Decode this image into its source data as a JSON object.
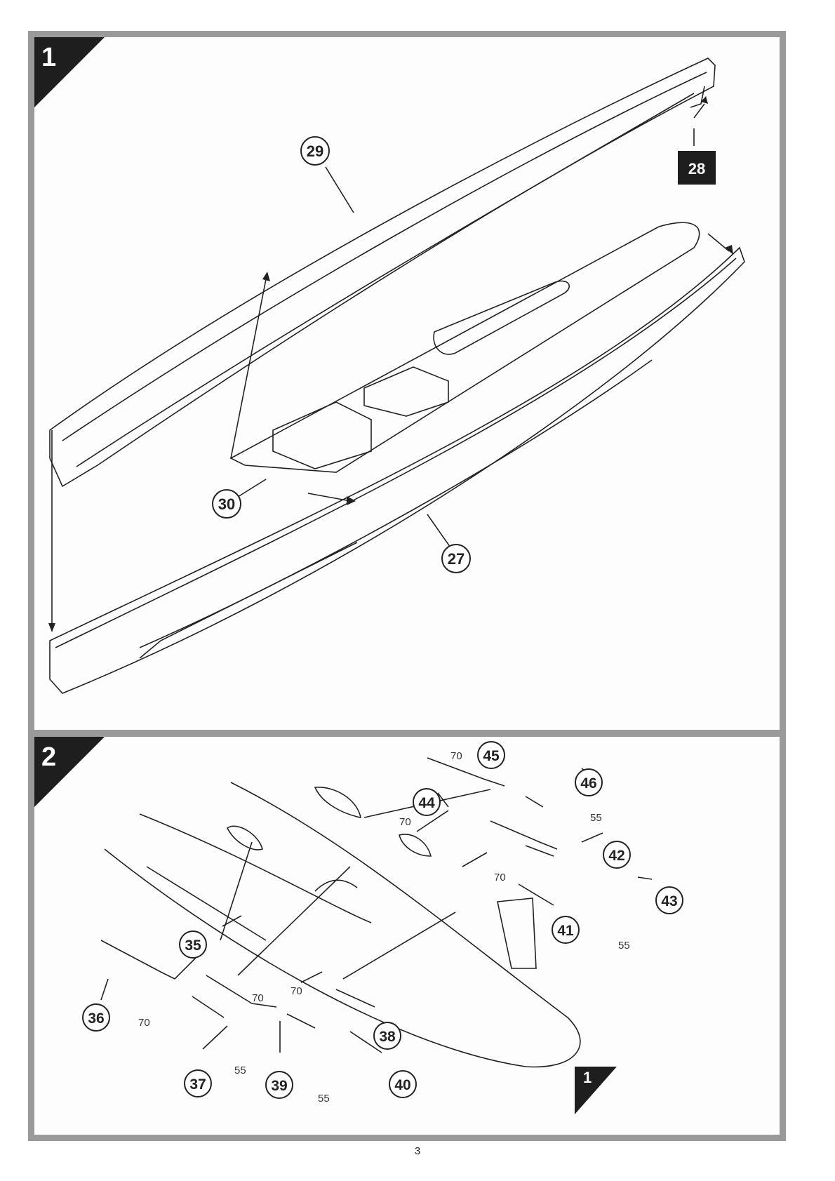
{
  "steps": [
    {
      "number": "1"
    },
    {
      "number": "2"
    }
  ],
  "step1": {
    "part_box": "28",
    "callouts": [
      "29",
      "30",
      "27"
    ]
  },
  "step2": {
    "callouts": [
      "45",
      "46",
      "44",
      "42",
      "43",
      "41",
      "35",
      "36",
      "38",
      "37",
      "39",
      "40"
    ],
    "numbers": [
      "70",
      "70",
      "70",
      "70",
      "70",
      "70",
      "55",
      "55",
      "55",
      "55"
    ],
    "ref_step": "1"
  },
  "page_number": "3"
}
